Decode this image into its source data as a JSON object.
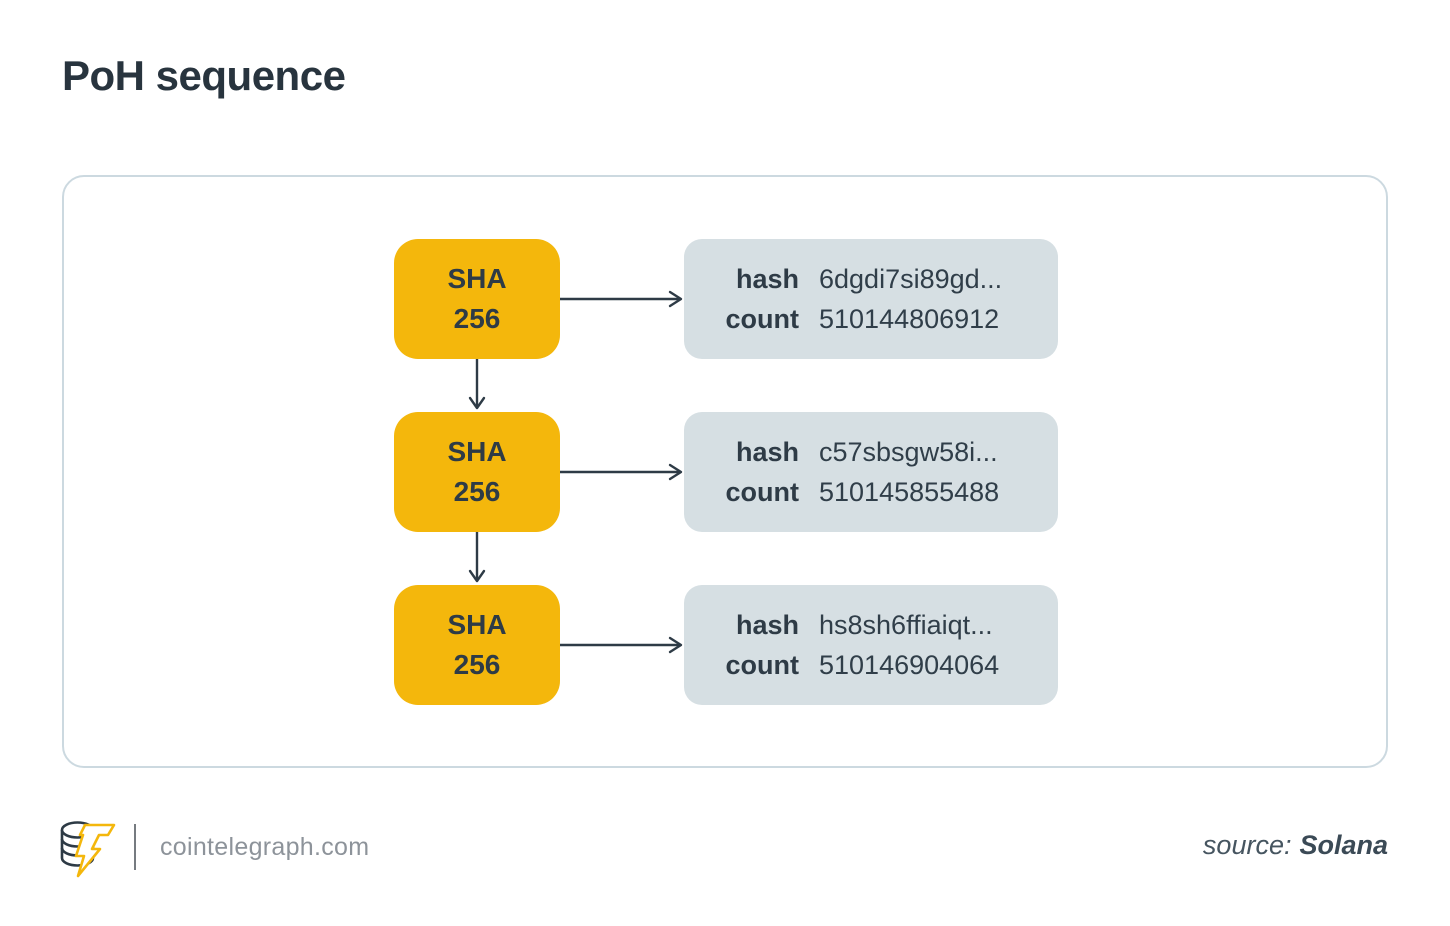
{
  "page": {
    "title": "PoH sequence"
  },
  "colors": {
    "accent_yellow": "#F4B70C",
    "dark_text": "#2E3B46",
    "hash_box_gray": "#D6DFE3",
    "frame_border": "#CCD9E0",
    "brand_gray": "#8D939A",
    "source_text": "#465560"
  },
  "diagram": {
    "node_label_line1": "SHA",
    "node_label_line2": "256",
    "rows": [
      {
        "hash_label": "hash",
        "hash_value": "6dgdi7si89gd...",
        "count_label": "count",
        "count_value": "510144806912"
      },
      {
        "hash_label": "hash",
        "hash_value": "c57sbsgw58i...",
        "count_label": "count",
        "count_value": "510145855488"
      },
      {
        "hash_label": "hash",
        "hash_value": "hs8sh6ffiaiqt...",
        "count_label": "count",
        "count_value": "510146904064"
      }
    ]
  },
  "footer": {
    "logo": "cointelegraph-logo",
    "brand": "cointelegraph.com",
    "source_prefix": "source:",
    "source_name": "Solana"
  }
}
